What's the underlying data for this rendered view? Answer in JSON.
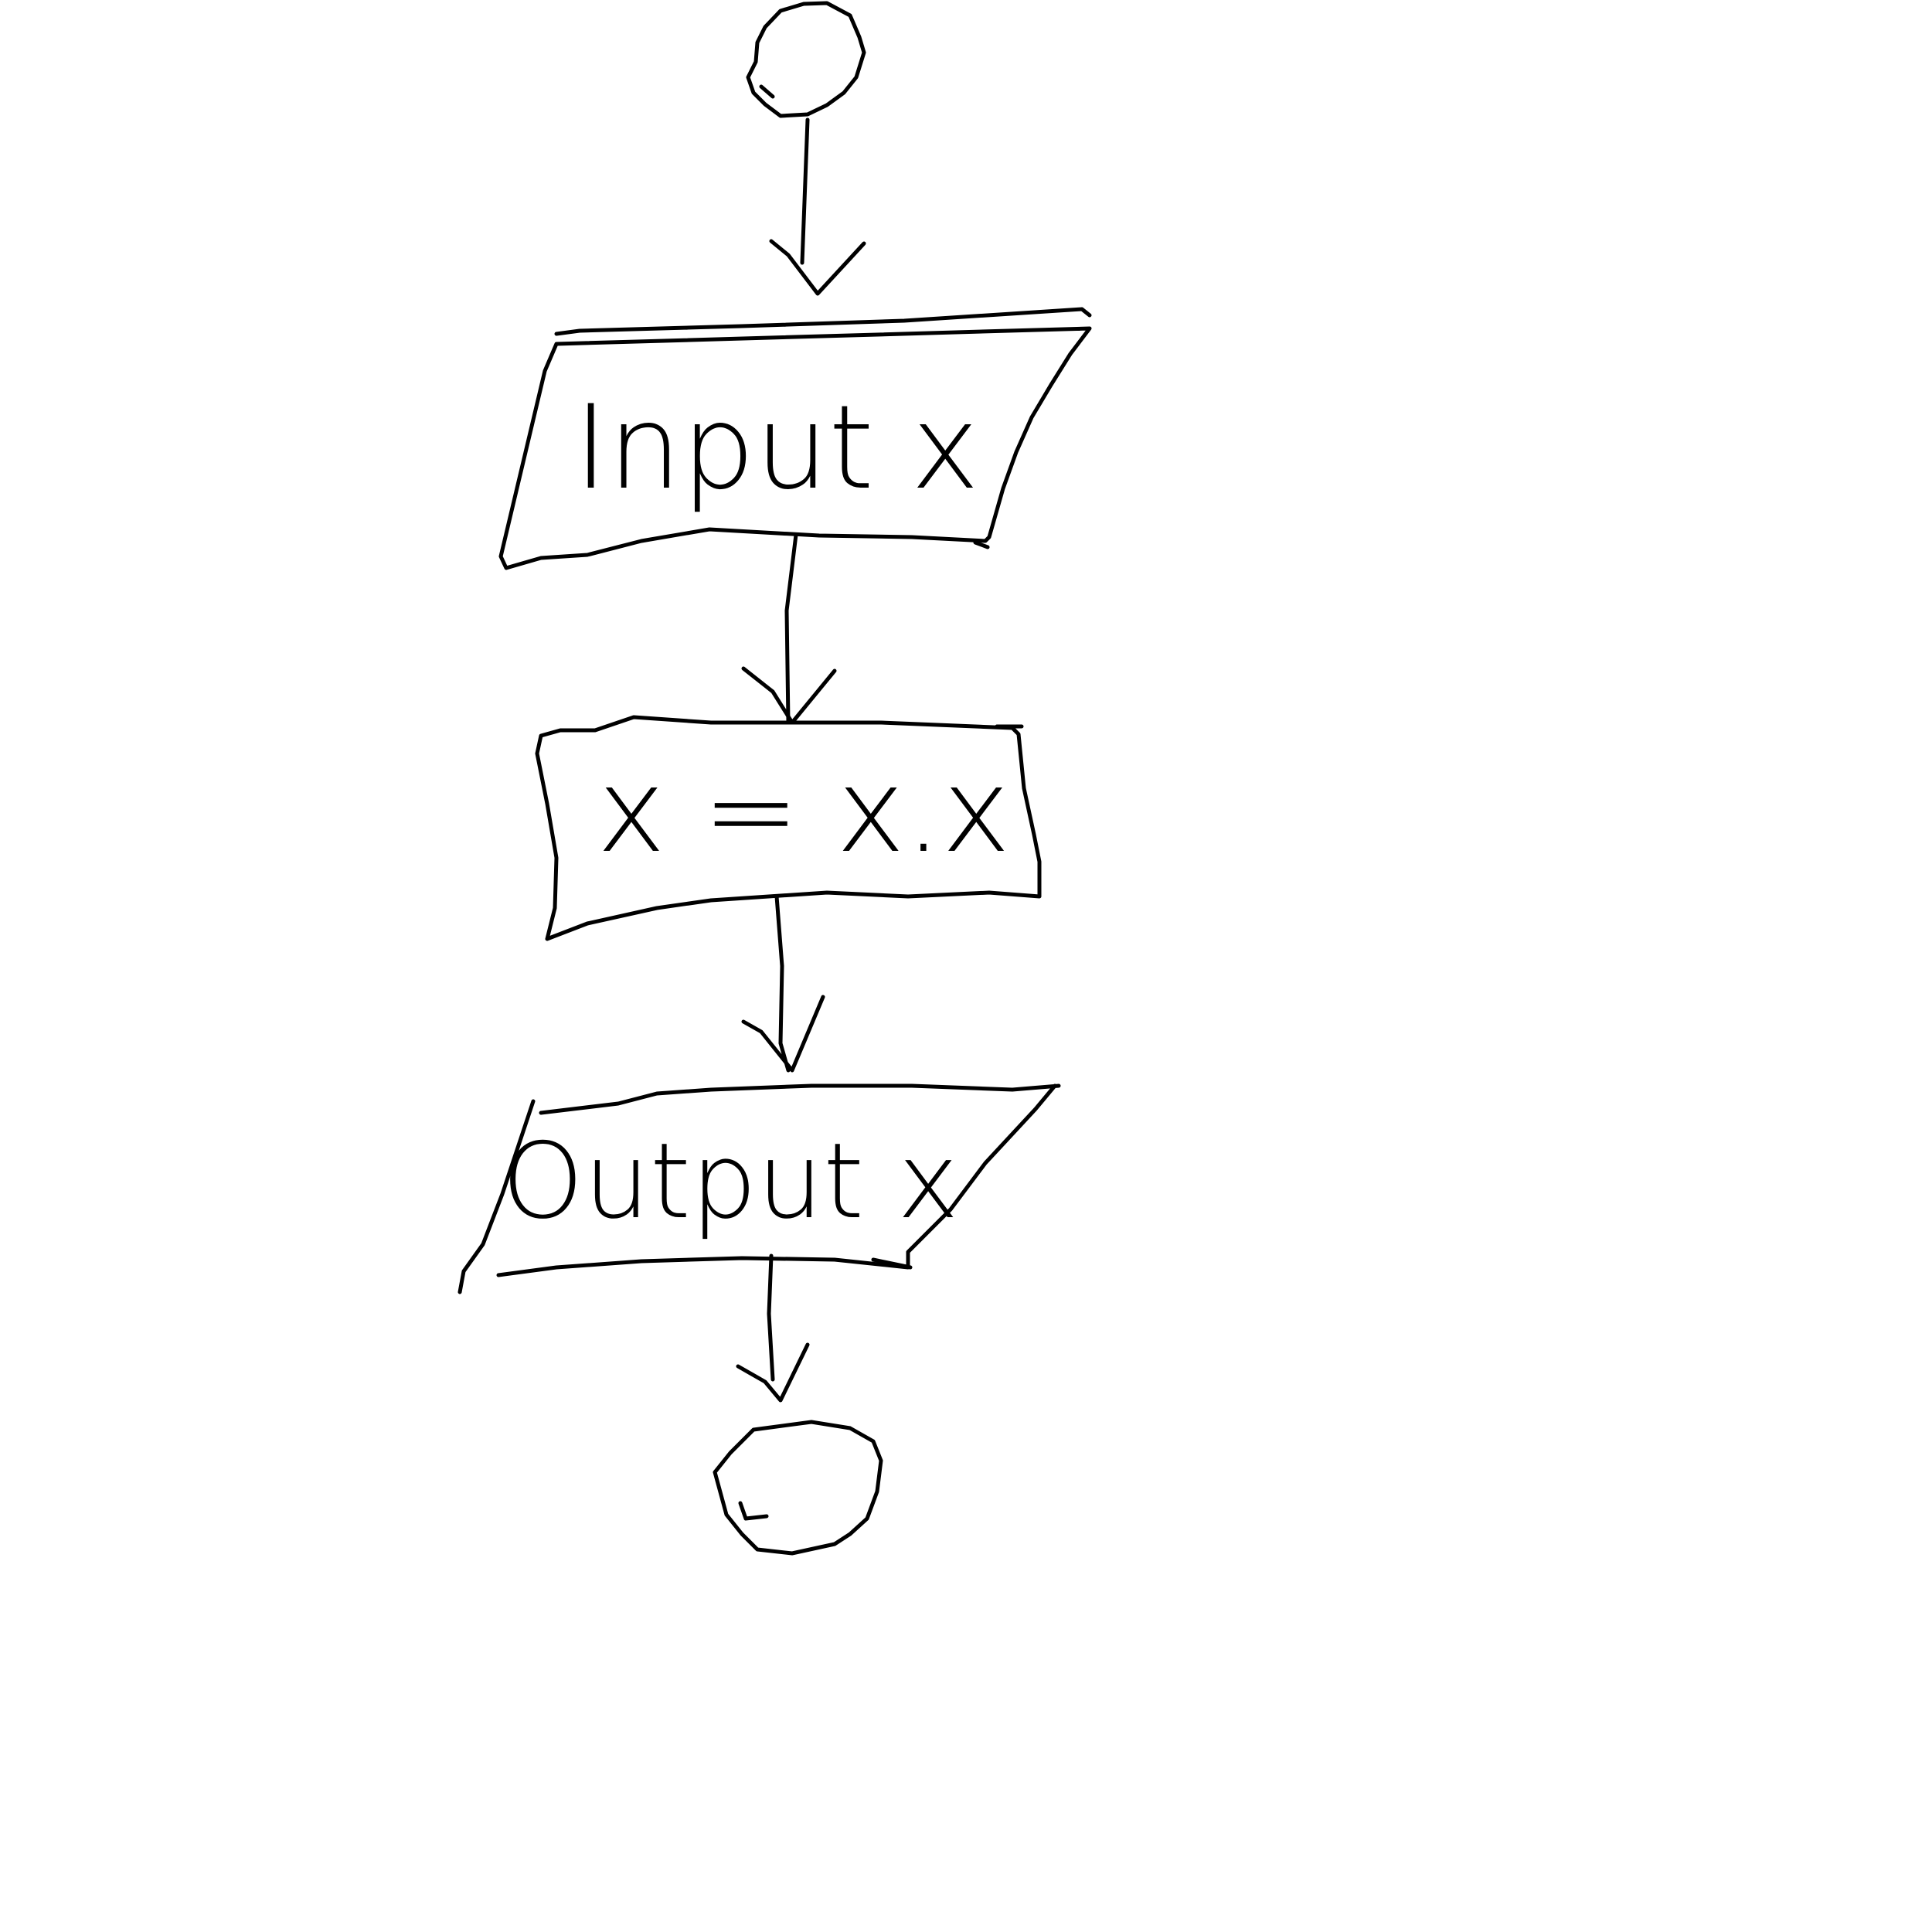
{
  "colors": {
    "background": "#ffffff",
    "ink": "#000000"
  },
  "flowchart": {
    "start": {
      "shape": "terminal",
      "label": ""
    },
    "input": {
      "shape": "parallelogram",
      "label": "Input x"
    },
    "process": {
      "shape": "rectangle",
      "label": "x = x.x"
    },
    "output": {
      "shape": "parallelogram",
      "label": "Output x"
    },
    "end": {
      "shape": "terminal",
      "label": ""
    }
  }
}
